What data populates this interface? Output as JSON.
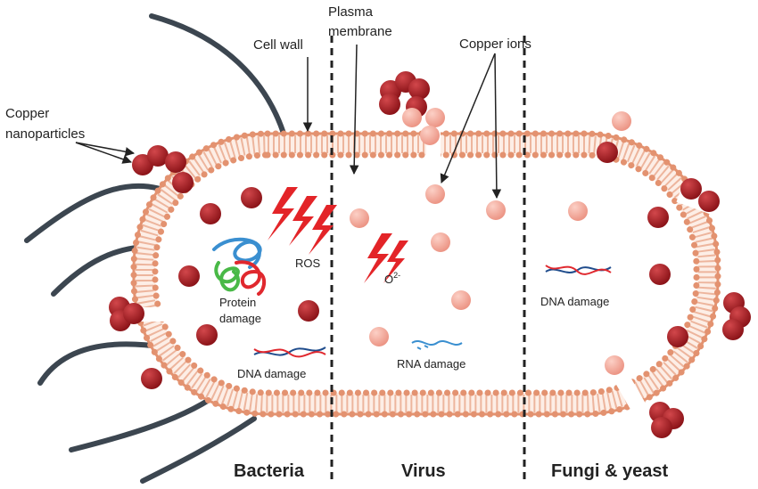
{
  "labels": {
    "copper_nanoparticles": [
      "Copper",
      "nanoparticles"
    ],
    "cell_wall": "Cell wall",
    "plasma_membrane": [
      "Plasma",
      "membrane"
    ],
    "copper_ions": "Copper ions",
    "ros": "ROS",
    "protein_damage": [
      "Protein",
      "damage"
    ],
    "dna_damage_bacteria": "DNA damage",
    "superoxide_base": "O",
    "superoxide_sup": "2-",
    "rna_damage": "RNA damage",
    "dna_damage_fungi": "DNA damage"
  },
  "sections": {
    "bacteria": "Bacteria",
    "virus": "Virus",
    "fungi": "Fungi & yeast"
  },
  "colors": {
    "membrane_head": "#e39270",
    "membrane_tail": "#edb59d",
    "nanoparticle": "#a71d24",
    "ion": "#f4aa9e",
    "flagella": "#3c4650",
    "lightning": "#e32428",
    "divider": "#222222"
  }
}
